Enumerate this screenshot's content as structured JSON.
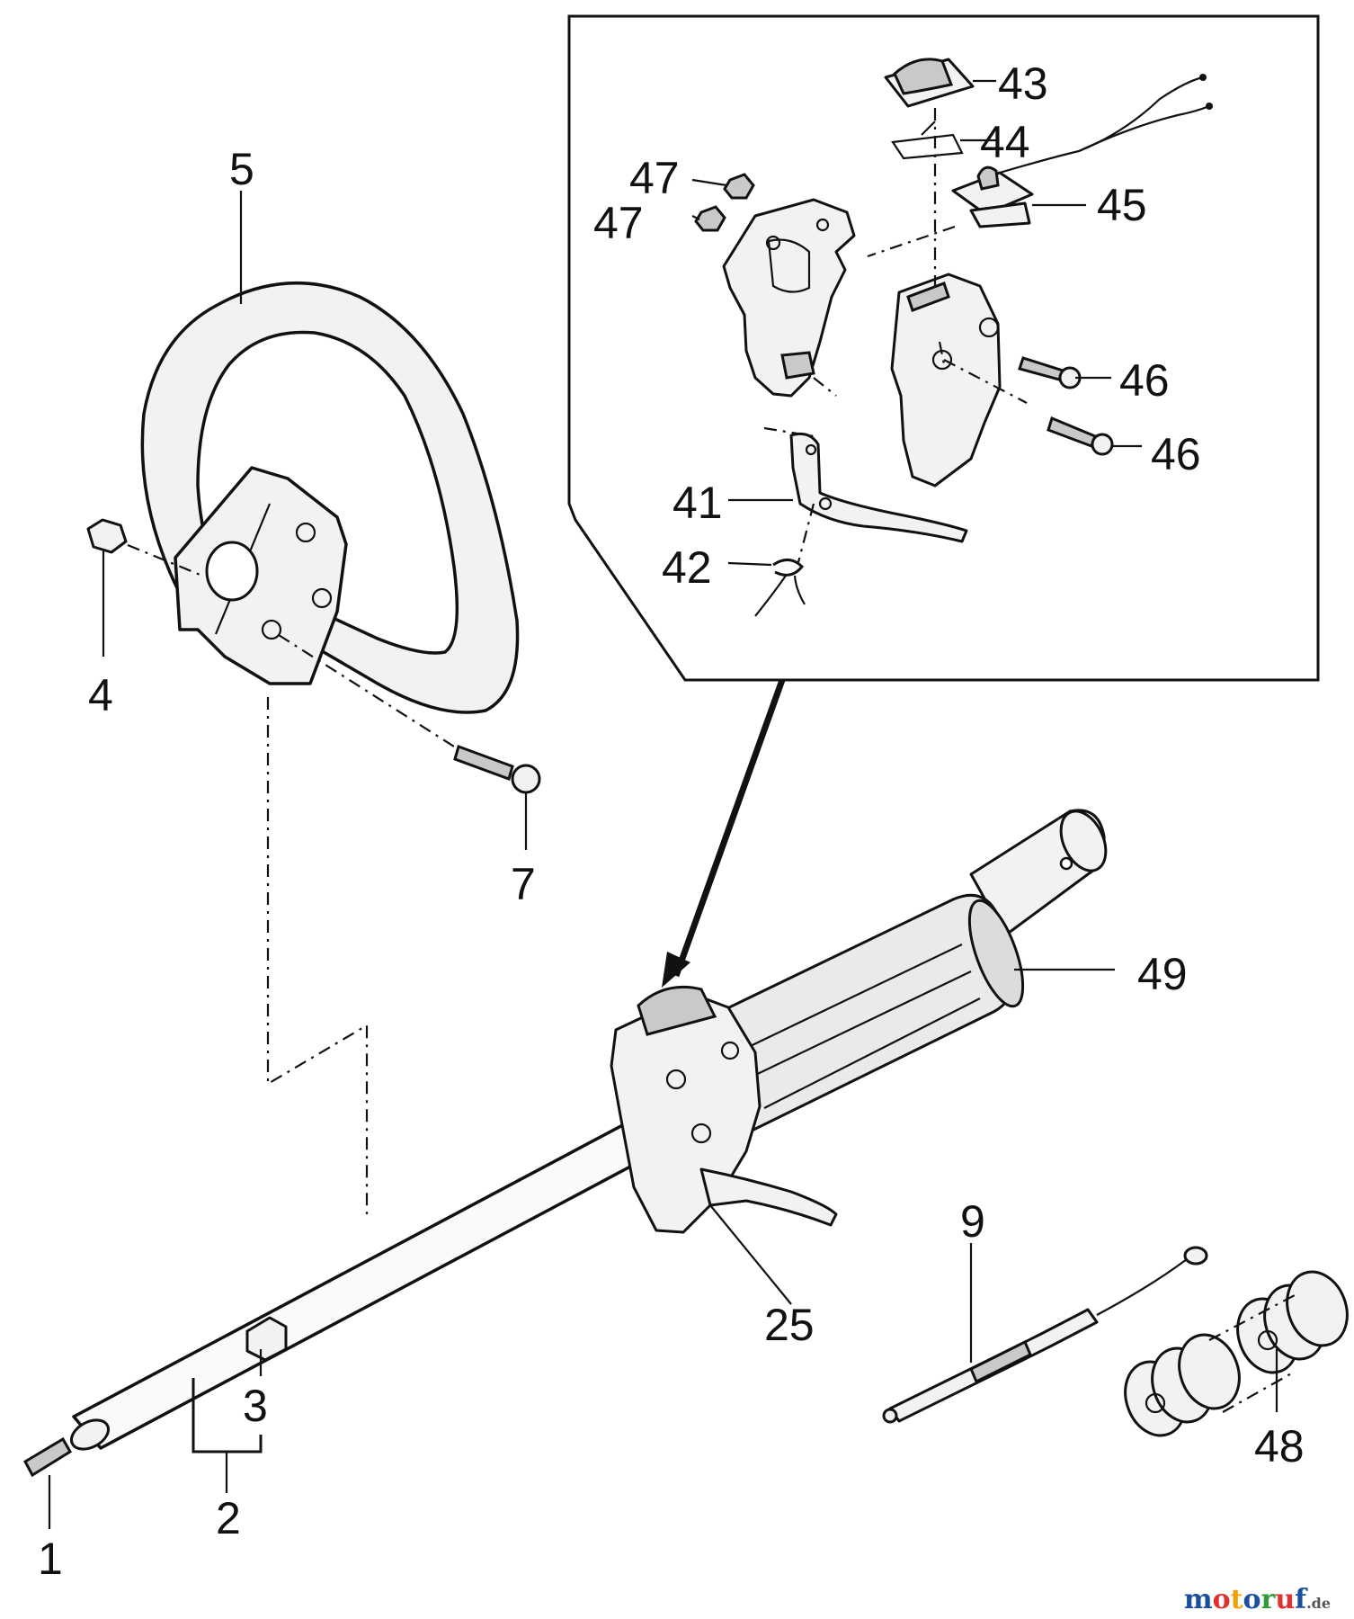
{
  "diagram": {
    "part_labels": [
      "1",
      "2",
      "3",
      "4",
      "5",
      "7",
      "9",
      "25",
      "41",
      "42",
      "43",
      "44",
      "45",
      "46",
      "46",
      "47",
      "47",
      "48",
      "49"
    ],
    "watermark": {
      "name": "motoruf",
      "suffix": ".de",
      "letter_colors": [
        "#1a4fa0",
        "#e03030",
        "#f0a000",
        "#1a4fa0",
        "#2e9a3a",
        "#e03030",
        "#1a4fa0"
      ]
    }
  }
}
